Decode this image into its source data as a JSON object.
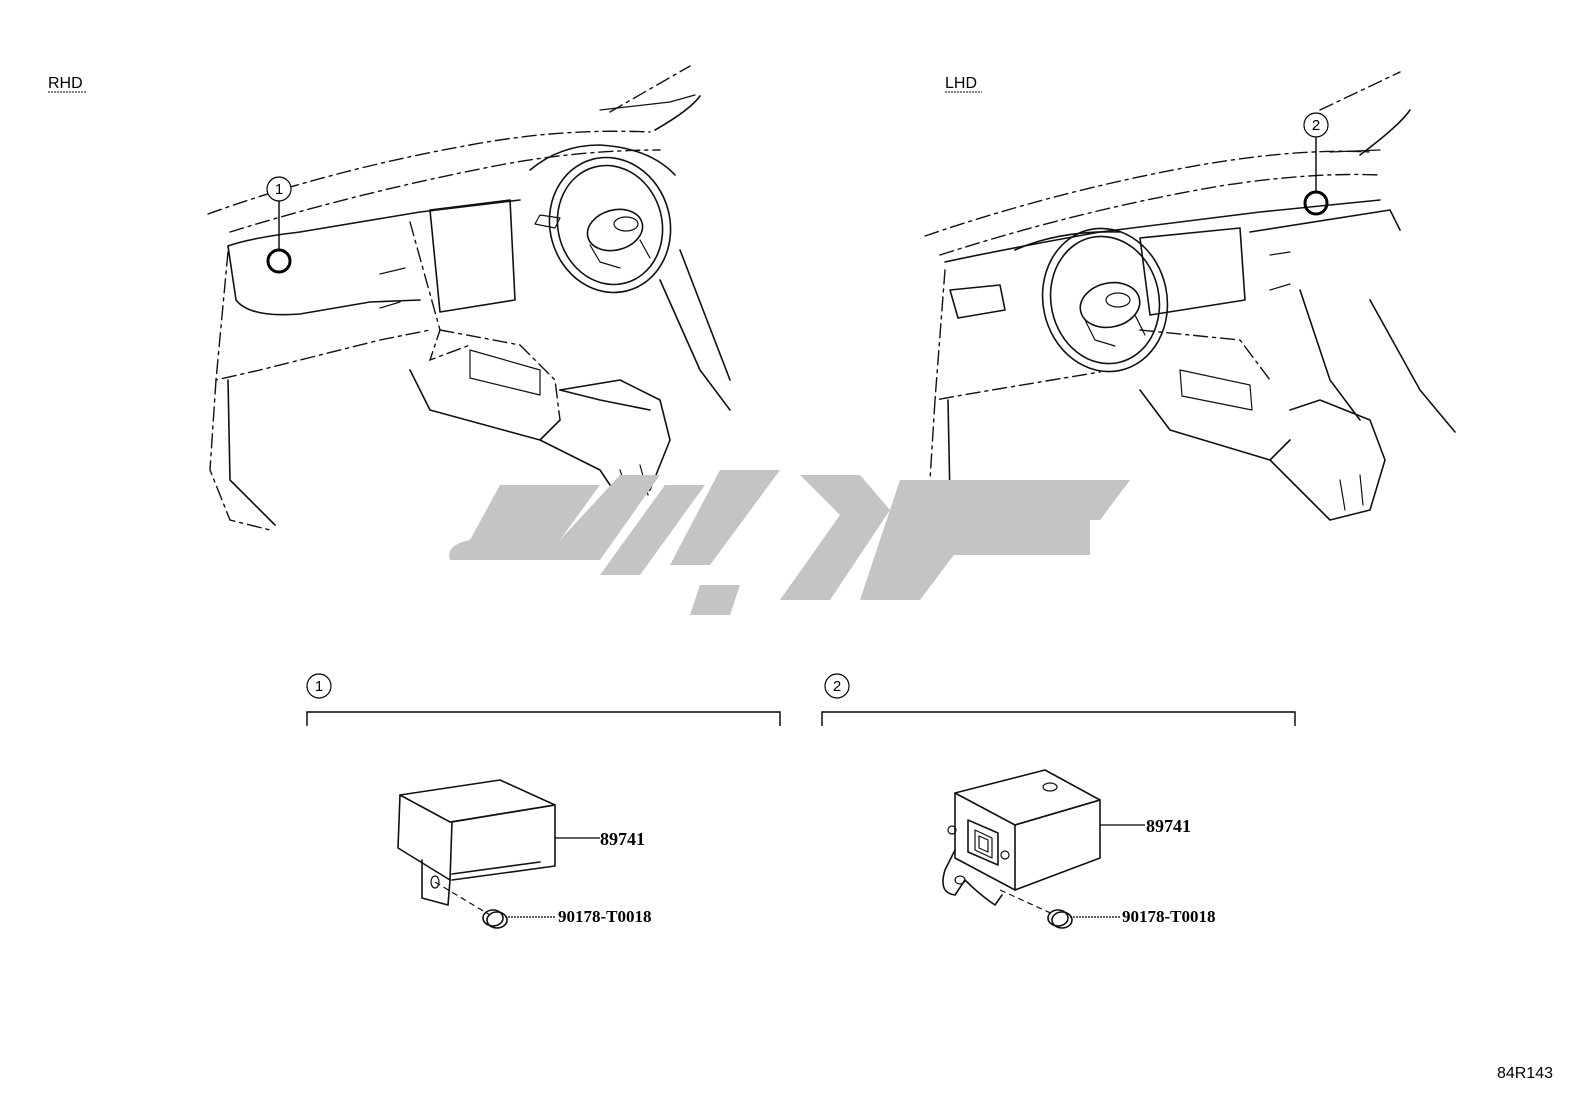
{
  "views": {
    "rhd_label": "RHD",
    "lhd_label": "LHD"
  },
  "callouts": {
    "c1": "1",
    "c2": "2"
  },
  "groups": {
    "g1_number": "1",
    "g2_number": "2"
  },
  "parts": {
    "g1_module": "89741",
    "g1_clip": "90178-T0018",
    "g2_module": "89741",
    "g2_clip": "90178-T0018"
  },
  "footer": {
    "ref_code": "84R143"
  },
  "colors": {
    "watermark": "#c4c4c4",
    "line": "#111111"
  }
}
